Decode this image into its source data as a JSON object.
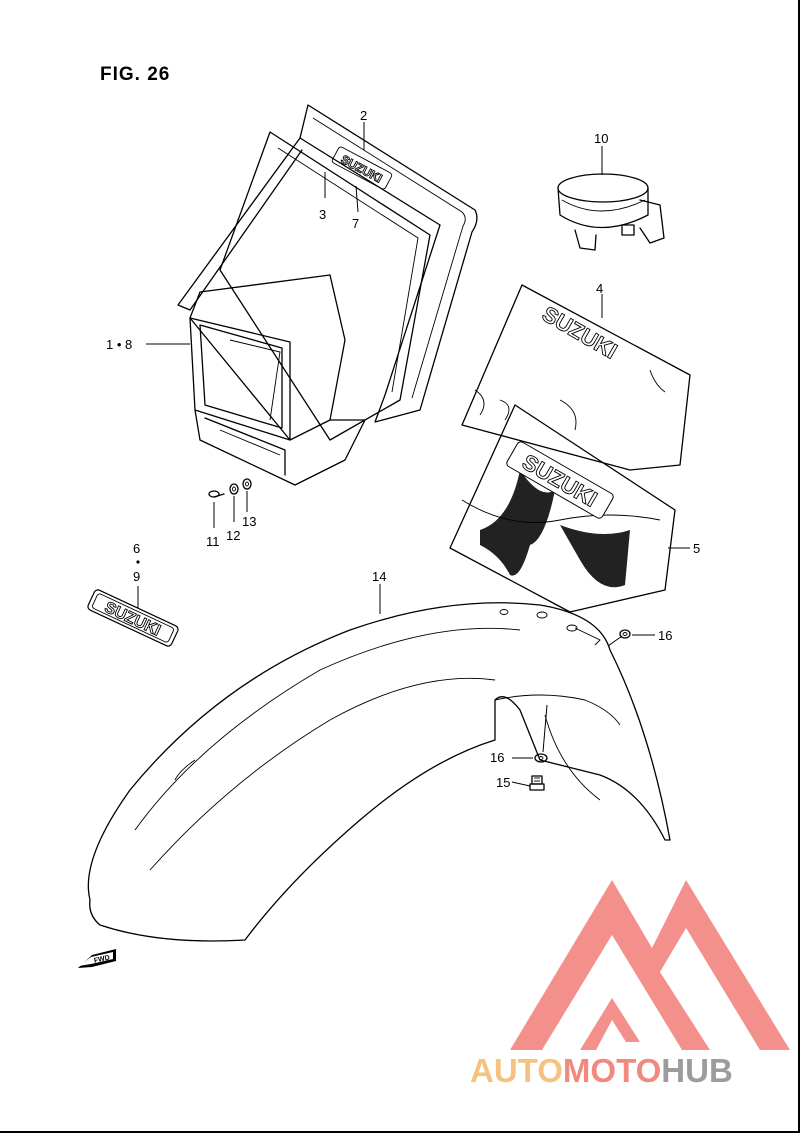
{
  "figure": {
    "title": "FIG. 26"
  },
  "callouts": {
    "c1_8": "1 • 8",
    "c2": "2",
    "c3": "3",
    "c7": "7",
    "c10": "10",
    "c4": "4",
    "c5": "5",
    "c6": "6",
    "c9": "9",
    "c11": "11",
    "c12": "12",
    "c13": "13",
    "c14": "14",
    "c16a": "16",
    "c16b": "16",
    "c15": "15"
  },
  "decals": {
    "plate_emblem": "SUZUKI",
    "shroud_upper": "SUZUKI",
    "shroud_lower": "SUZUKI",
    "standalone_emblem": "SUZUKI"
  },
  "fwd_marker": "FWD",
  "watermark": {
    "part1": "AUTO",
    "part2": "MOTO",
    "part3": "HUB",
    "colors": {
      "auto": "#f6c27f",
      "moto": "#f08a7e",
      "hub": "#9c9c9c",
      "logo": "#f48b86"
    }
  }
}
